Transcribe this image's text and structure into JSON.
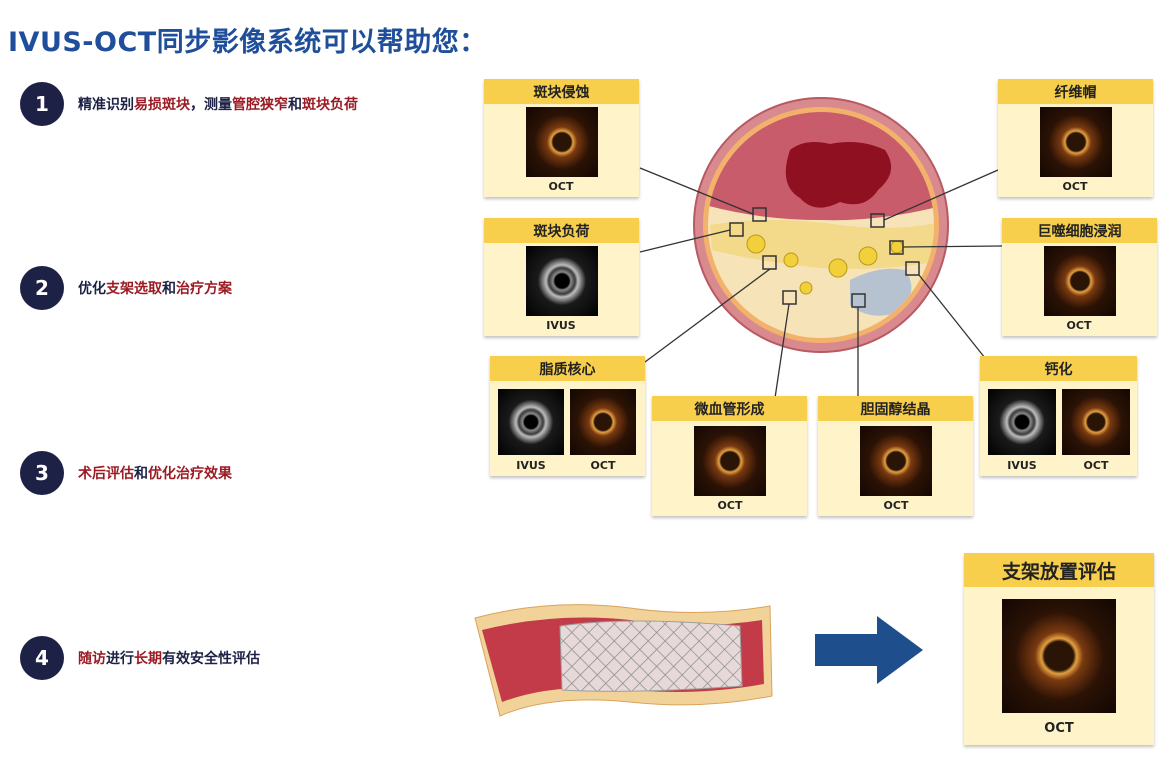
{
  "title": "IVUS-OCT同步影像系统可以帮助您：",
  "steps": [
    {
      "num": "1",
      "parts": [
        {
          "t": "精准识别",
          "hl": false
        },
        {
          "t": "易损斑块",
          "hl": true
        },
        {
          "t": "，测量",
          "hl": false
        },
        {
          "t": "管腔狭窄",
          "hl": true
        },
        {
          "t": "和",
          "hl": false
        },
        {
          "t": "斑块负荷",
          "hl": true
        }
      ]
    },
    {
      "num": "2",
      "parts": [
        {
          "t": "优化",
          "hl": false
        },
        {
          "t": "支架选取",
          "hl": true
        },
        {
          "t": "和",
          "hl": false
        },
        {
          "t": "治疗方案",
          "hl": true
        }
      ]
    },
    {
      "num": "3",
      "parts": [
        {
          "t": "术后评估",
          "hl": true
        },
        {
          "t": "和",
          "hl": false
        },
        {
          "t": "优化治疗效果",
          "hl": true
        }
      ]
    },
    {
      "num": "4",
      "parts": [
        {
          "t": "随访",
          "hl": true
        },
        {
          "t": "进行",
          "hl": false
        },
        {
          "t": "长期",
          "hl": true
        },
        {
          "t": "有效安全性评估",
          "hl": false
        }
      ]
    }
  ],
  "cards": {
    "erosion": {
      "title": "斑块侵蚀",
      "labels": [
        "OCT"
      ]
    },
    "fibrous_cap": {
      "title": "纤维帽",
      "labels": [
        "OCT"
      ]
    },
    "plaque_burden": {
      "title": "斑块负荷",
      "labels": [
        "IVUS"
      ]
    },
    "macrophage": {
      "title": "巨噬细胞浸润",
      "labels": [
        "OCT"
      ]
    },
    "lipid_core": {
      "title": "脂质核心",
      "labels": [
        "IVUS",
        "OCT"
      ]
    },
    "microvessel": {
      "title": "微血管形成",
      "labels": [
        "OCT"
      ]
    },
    "cholesterol": {
      "title": "胆固醇结晶",
      "labels": [
        "OCT"
      ]
    },
    "calcification": {
      "title": "钙化",
      "labels": [
        "IVUS",
        "OCT"
      ]
    },
    "stent_eval": {
      "title": "支架放置评估",
      "labels": [
        "OCT"
      ]
    }
  },
  "colors": {
    "accent": "#1f4e9a",
    "highlight": "#9b1b24",
    "badge": "#1c2145",
    "card_header": "#f7cf4c",
    "card_body": "#fff3c9",
    "arrow": "#1f4e8c"
  }
}
